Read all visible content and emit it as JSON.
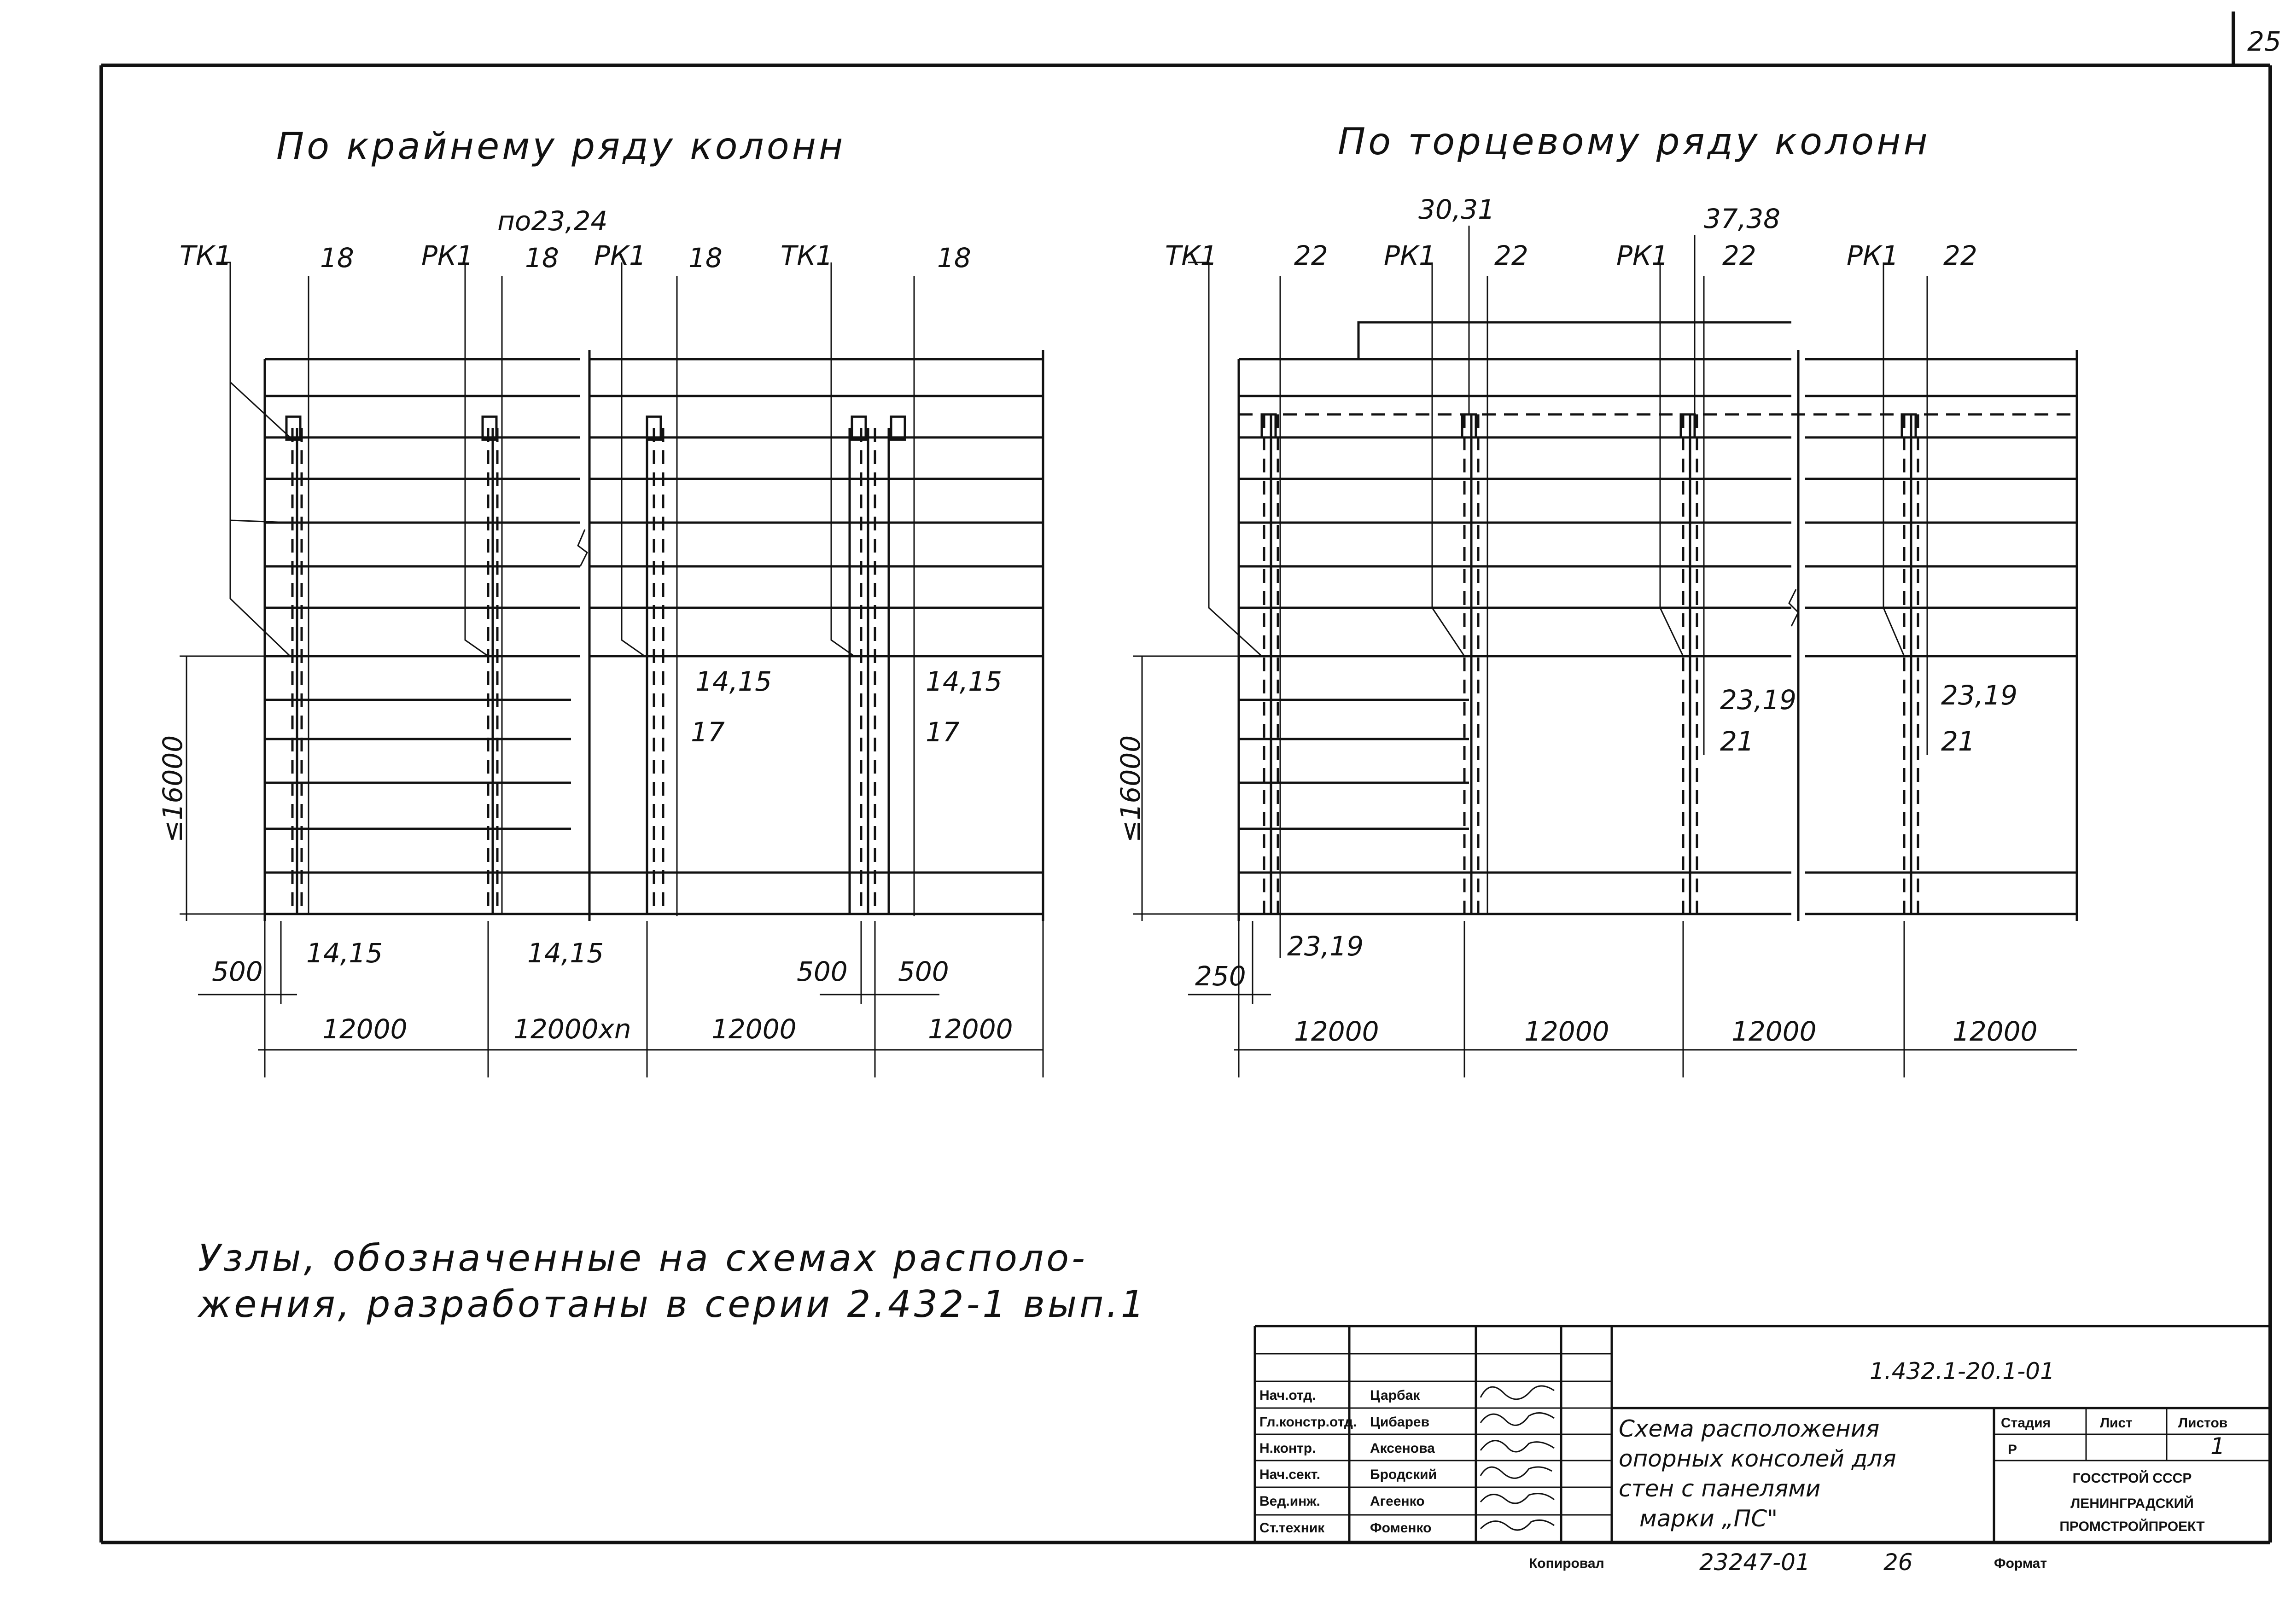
{
  "page_number": "25",
  "left_view": {
    "title": "По крайнему ряду колонн",
    "callouts": [
      "ТК1",
      "18",
      "РК1",
      "по23,24",
      "18",
      "РК1",
      "18",
      "ТК1",
      "18"
    ],
    "lower_labels": [
      "14,15",
      "17",
      "14,15",
      "17",
      "14,15",
      "14,15"
    ],
    "height_dim": "≤16000",
    "offset_dims": [
      "500",
      "500",
      "500"
    ],
    "span_dims": [
      "12000",
      "12000хn",
      "12000",
      "12000"
    ]
  },
  "right_view": {
    "title": "По торцевому ряду колонн",
    "callouts": [
      "ТК1",
      "22",
      "30,31",
      "РК1",
      "22",
      "37,38",
      "РК1",
      "22",
      "РК1",
      "22"
    ],
    "lower_labels": [
      "23,19",
      "21",
      "23,19",
      "21",
      "23,19"
    ],
    "height_dim": "≤16000",
    "offset_dim": "250",
    "span_dims": [
      "12000",
      "12000",
      "12000",
      "12000"
    ]
  },
  "note": {
    "line1": "Узлы, обозначенные на схемах располо-",
    "line2": "жения, разработаны в серии 2.432-1 вып.1"
  },
  "title_block": {
    "document_code": "1.432.1-20.1-01",
    "roles": [
      "Нач.отд.",
      "Гл.констр.отд.",
      "Н.контр.",
      "Нач.сект.",
      "Вед.инж.",
      "Ст.техник"
    ],
    "names": [
      "Царбак",
      "Цибарев",
      "Аксенова",
      "Бродский",
      "Агеенко",
      "Фоменко"
    ],
    "drawing_title": [
      "Схема расположения",
      "опорных консолей для",
      "стен с панелями",
      "марки „ПС\""
    ],
    "stage_header": "Стадия",
    "sheet_header": "Лист",
    "sheets_header": "Листов",
    "stage_value": "Р",
    "sheets_value": "1",
    "org_line1": "ГОССТРОЙ СССР",
    "org_line2": "ЛЕНИНГРАДСКИЙ",
    "org_line3": "ПРОМСТРОЙПРОЕКТ"
  },
  "footer": {
    "copied_label": "Копировал",
    "order_number": "23247-01",
    "order_sheet": "26",
    "format_label": "Формат"
  }
}
